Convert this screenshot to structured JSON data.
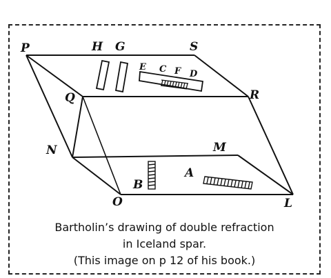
{
  "labels": {
    "P": "P",
    "H": "H",
    "G": "G",
    "S": "S",
    "E": "E",
    "C": "C",
    "F": "F",
    "D": "D",
    "Q": "Q",
    "R": "R",
    "N": "N",
    "M": "M",
    "A": "A",
    "B": "B",
    "O": "O",
    "L": "L"
  },
  "caption": {
    "line1": "Bartholin’s drawing of double refraction",
    "line2": "in Iceland spar.",
    "line3": "(This image on p 12 of his book.)"
  },
  "colors": {
    "ink": "#111111",
    "frame": "#222222"
  }
}
